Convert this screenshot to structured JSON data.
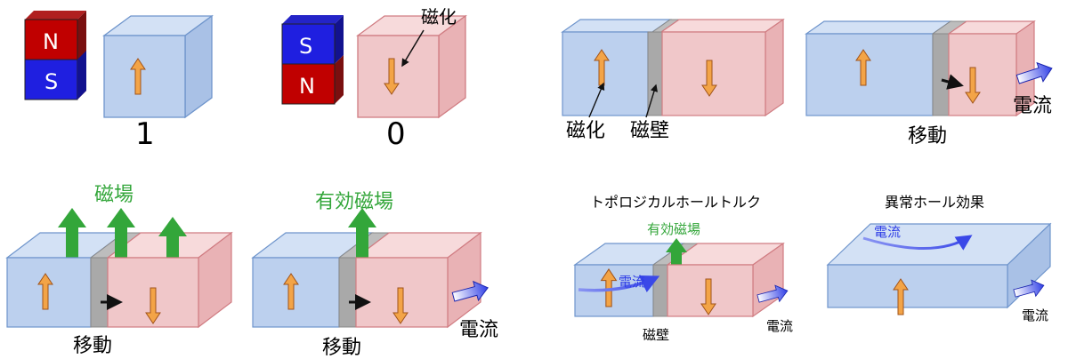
{
  "colors": {
    "blue_face": "#bcd0ee",
    "blue_top": "#d3e1f5",
    "blue_side": "#a9c1e6",
    "blue_edge": "#6f95cc",
    "red_face": "#f0c7c9",
    "red_top": "#f7dadb",
    "red_side": "#e9b2b5",
    "red_edge": "#d07c82",
    "wall": "#a9a9a9",
    "arrow_orange": "#f3a447",
    "green": "#33a63a",
    "magnet_red": "#c00000",
    "magnet_blue": "#1f1fe0",
    "current_blue": "#2f3ee6"
  },
  "panel1": {
    "magnet_top": "N",
    "magnet_bottom": "S",
    "bit_label": "1"
  },
  "panel2": {
    "magnet_top": "S",
    "magnet_bottom": "N",
    "magnetization_callout": "磁化",
    "bit_label": "0"
  },
  "panel3": {
    "magnetization_label": "磁化",
    "wall_label": "磁壁"
  },
  "panel4": {
    "move_label": "移動",
    "current_label": "電流"
  },
  "panel5": {
    "field_label": "磁場",
    "move_label": "移動"
  },
  "panel6": {
    "effective_field_label": "有効磁場",
    "move_label": "移動",
    "current_label": "電流"
  },
  "panel7": {
    "title": "トポロジカルホールトルク",
    "effective_field_label": "有効磁場",
    "current_in_label": "電流",
    "current_out_label": "電流",
    "wall_label": "磁壁"
  },
  "panel8": {
    "title": "異常ホール効果",
    "current_in_label": "電流",
    "current_out_label": "電流"
  }
}
